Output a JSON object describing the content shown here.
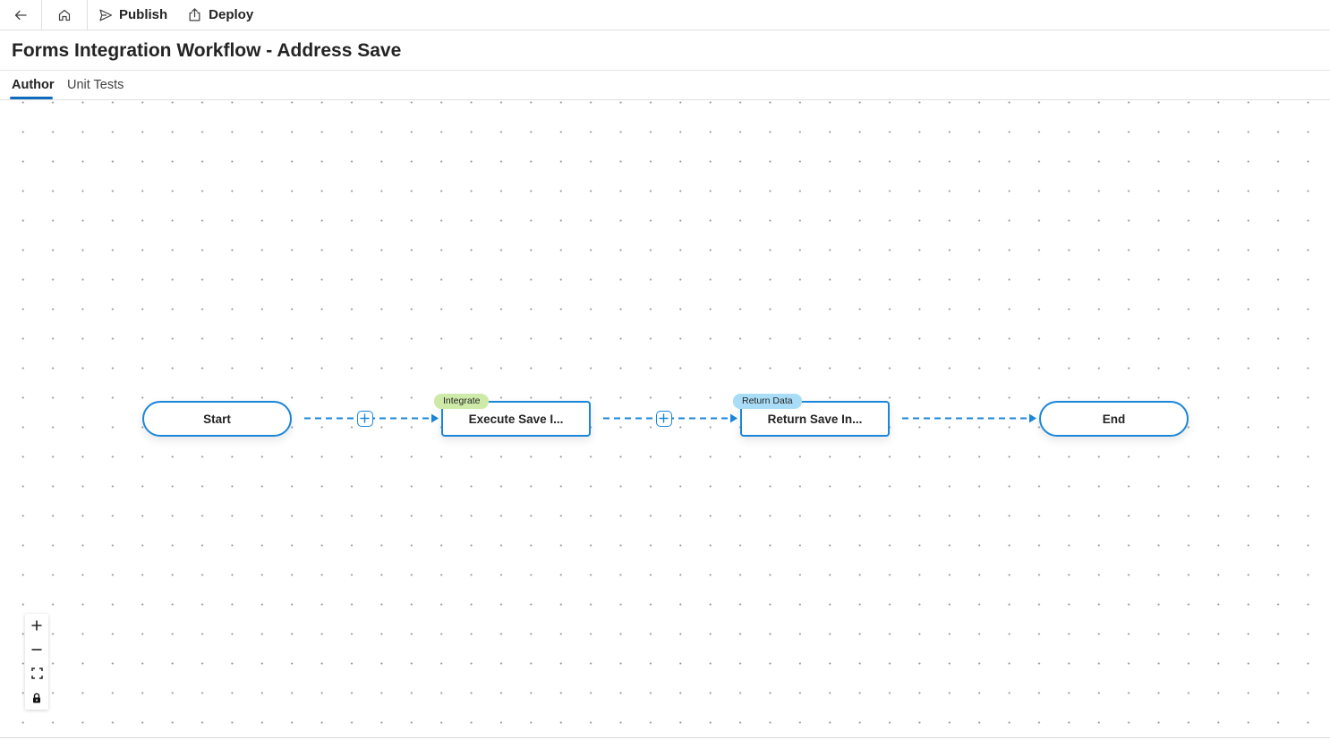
{
  "toolbar": {
    "back_icon": "arrow-left-icon",
    "home_icon": "home-icon",
    "publish_label": "Publish",
    "publish_icon": "send-icon",
    "deploy_label": "Deploy",
    "deploy_icon": "share-upload-icon"
  },
  "page": {
    "title": "Forms Integration Workflow - Address Save"
  },
  "tabs": [
    {
      "label": "Author",
      "selected": true
    },
    {
      "label": "Unit Tests",
      "selected": false
    }
  ],
  "workflow": {
    "nodes": [
      {
        "label": "Start",
        "shape": "pill"
      },
      {
        "label": "Execute Save I...",
        "badge": "Integrate",
        "badge_color": "#cdeaa8",
        "shape": "rect"
      },
      {
        "label": "Return Save In...",
        "badge": "Return Data",
        "badge_color": "#a9ddf7",
        "shape": "rect"
      },
      {
        "label": "End",
        "shape": "pill"
      }
    ],
    "edge_color": "#1a86d9",
    "add_step_icon": "plus-icon"
  },
  "canvas_controls": [
    {
      "icon": "zoom-in-icon"
    },
    {
      "icon": "zoom-out-icon"
    },
    {
      "icon": "fit-view-icon"
    },
    {
      "icon": "lock-icon"
    }
  ],
  "colors": {
    "accent": "#0f6cbd",
    "node_border": "#1a86d9"
  }
}
